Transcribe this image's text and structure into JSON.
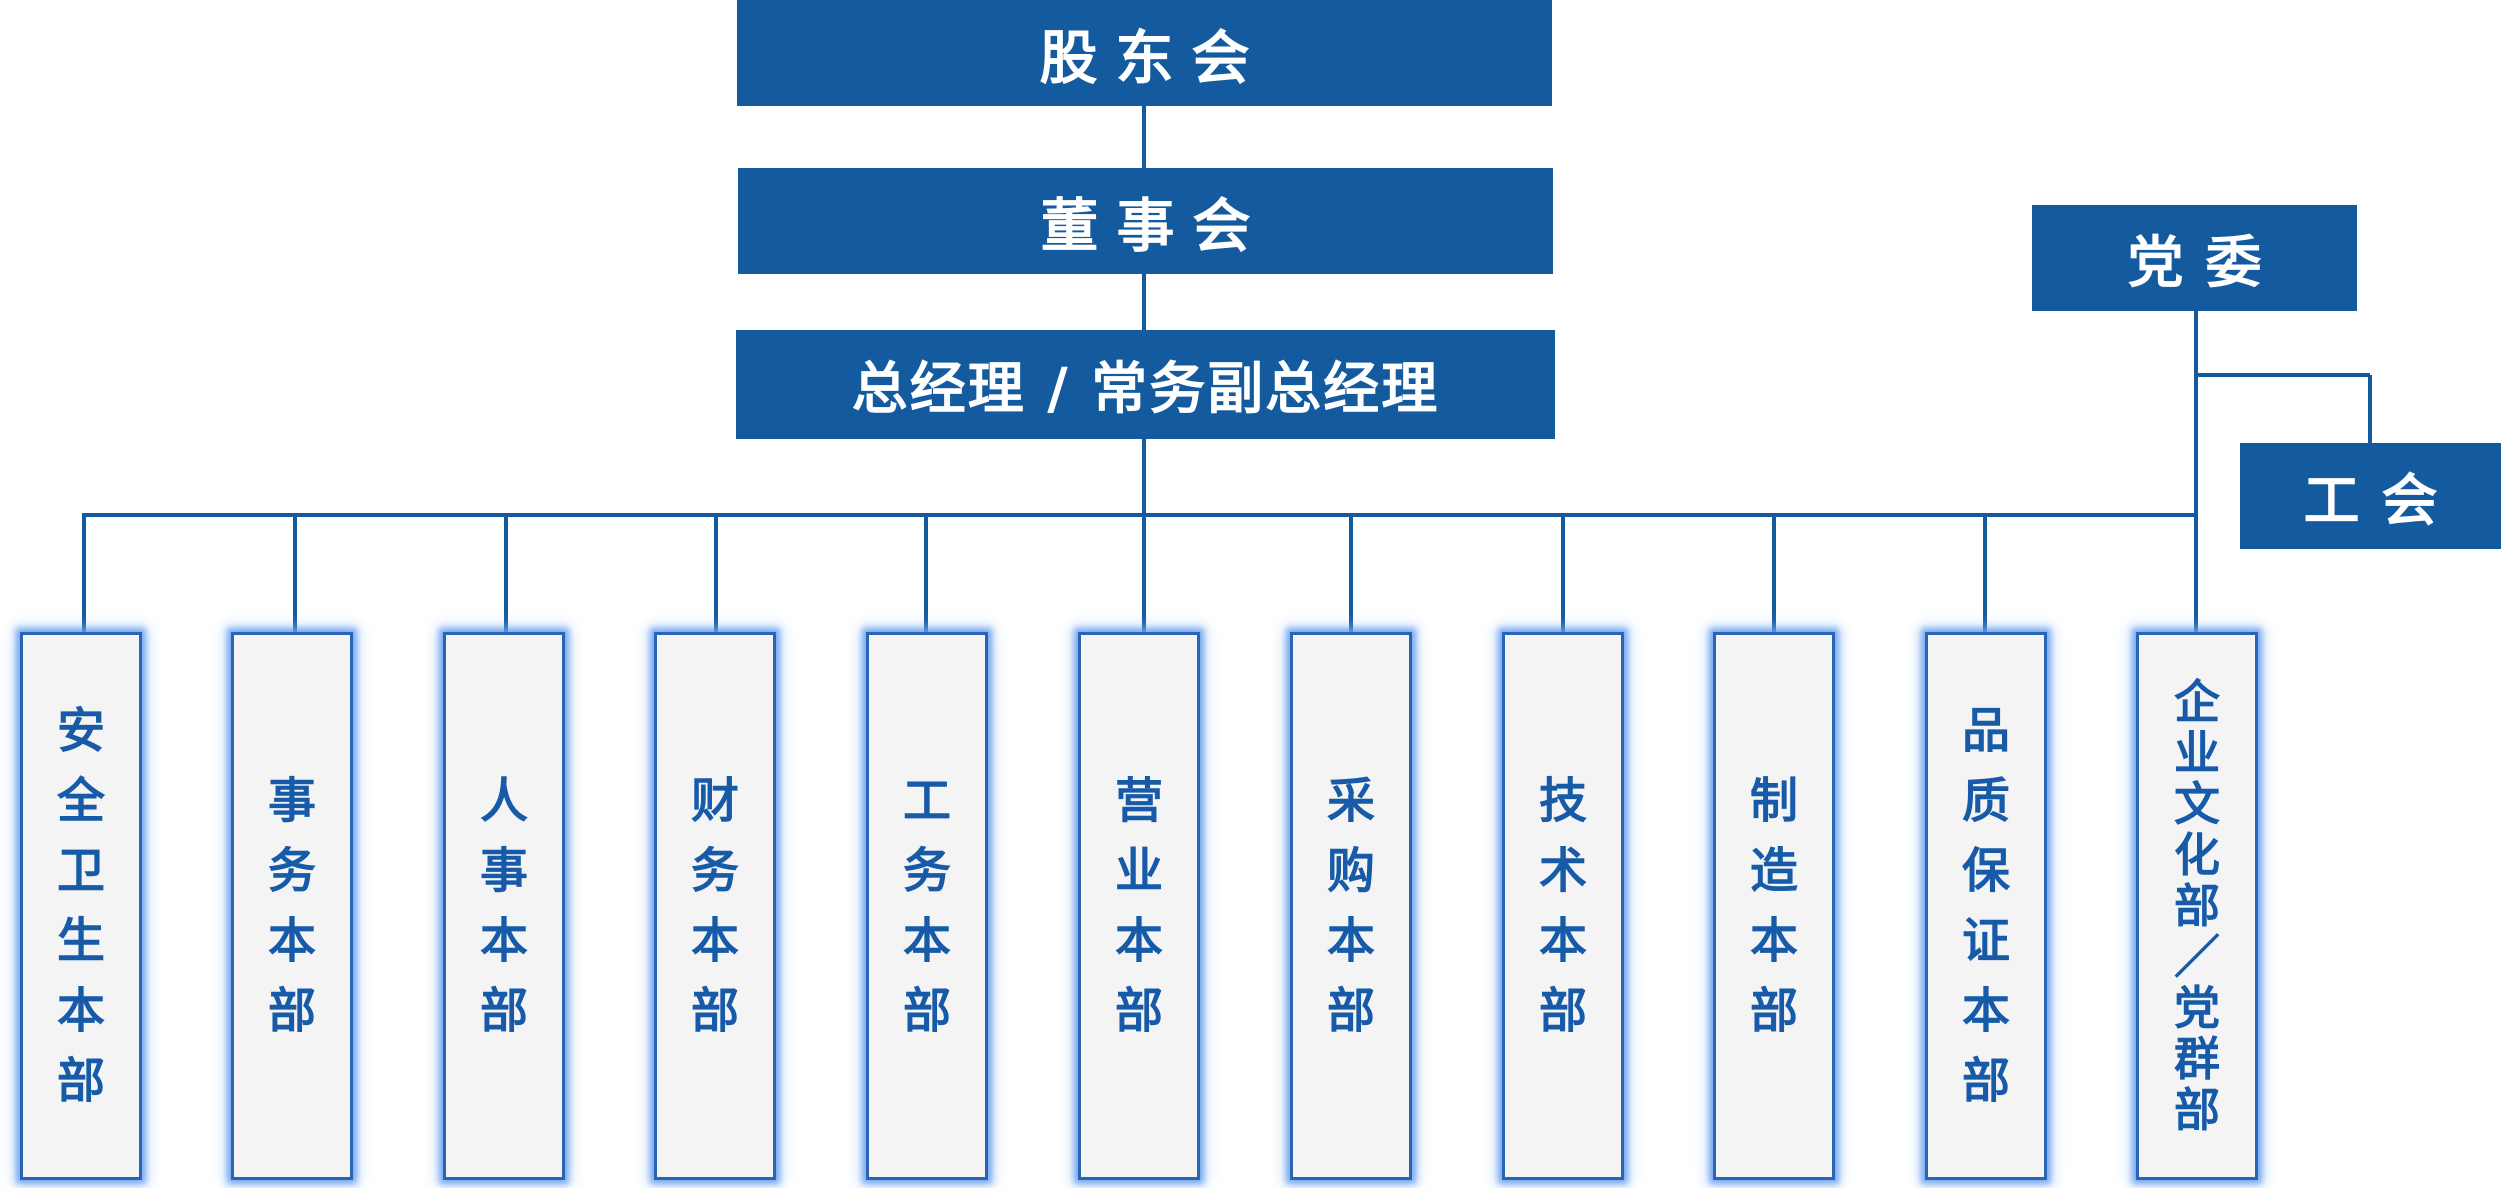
{
  "org": {
    "shareholders": "股东会",
    "board": "董事会",
    "general_manager": "总经理 / 常务副总经理",
    "party_committee": "党委",
    "union": "工会"
  },
  "departments": [
    "安全卫生本部",
    "事务本部",
    "人事本部",
    "财务本部",
    "工务本部",
    "营业本部",
    "采购本部",
    "技术本部",
    "制造本部",
    "品质保证本部",
    "企业文化部／党群部"
  ],
  "colors": {
    "box_fill": "#145a9f",
    "box_text": "#ffffff",
    "dept_fill": "#f4f4f4",
    "dept_border": "#2a65b5",
    "dept_text": "#175aa8",
    "line": "#145a9f"
  }
}
